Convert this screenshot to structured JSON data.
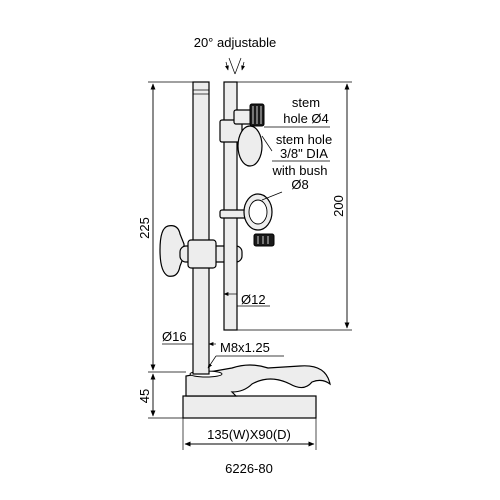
{
  "labels": {
    "angle": "20° adjustable",
    "stem": "stem",
    "hole_d4": "hole Ø4",
    "stem_hole": "stem hole",
    "stem_hole_dia": "3/8\" DIA",
    "with_bush": "with bush",
    "bush_d8": "Ø8",
    "dim_200": "200",
    "dim_225": "225",
    "rod_d12": "Ø12",
    "rod_d16": "Ø16",
    "thread": "M8x1.25",
    "dim_45": "45",
    "base_size": "135(W)X90(D)",
    "model": "6226-80"
  }
}
